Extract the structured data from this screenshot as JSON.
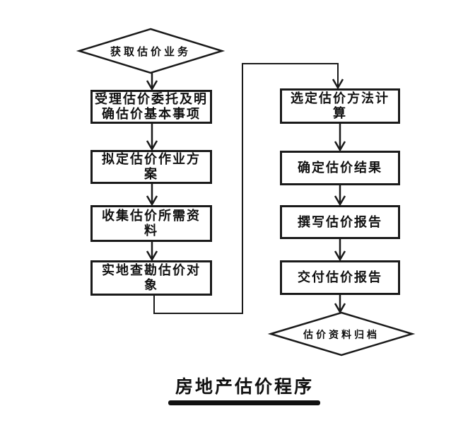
{
  "diagram": {
    "title": "房地产估价程序",
    "start_node": {
      "shape": "diamond",
      "label": "获取估价业务"
    },
    "end_node": {
      "shape": "diamond",
      "label": "估价资料归档"
    },
    "left_steps": [
      {
        "label": "受理估价委托及明\n确估价基本事项"
      },
      {
        "label": "拟定估价作业方\n案"
      },
      {
        "label": "收集估价所需资\n料"
      },
      {
        "label": "实地查勘估价对\n象"
      }
    ],
    "right_steps": [
      {
        "label": "选定估价方法计\n算"
      },
      {
        "label": "确定估价结果"
      },
      {
        "label": "撰写估价报告"
      },
      {
        "label": "交付估价报告"
      }
    ],
    "colors": {
      "line": "#1a1a1a",
      "background": "#ffffff",
      "text": "#111111"
    }
  }
}
